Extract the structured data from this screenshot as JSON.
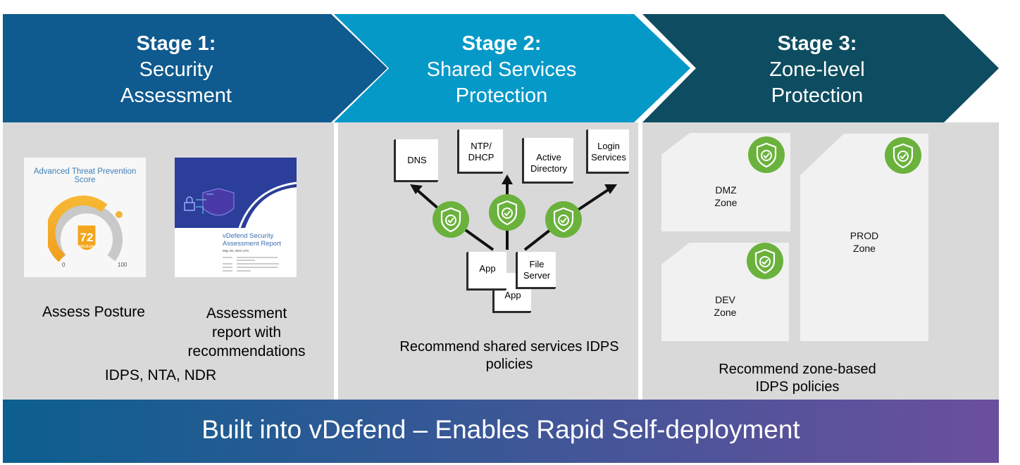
{
  "colors": {
    "stage1": "#0f5a8e",
    "stage2": "#0599c8",
    "stage3": "#0e4d61",
    "panel": "#d9d9d9",
    "badge": "#6bb23d",
    "banner_start": "#0c5f8f",
    "banner_end": "#6b4f9e"
  },
  "stages": [
    {
      "number": "Stage 1:",
      "line1": "Security",
      "line2": "Assessment"
    },
    {
      "number": "Stage 2:",
      "line1": "Shared Services",
      "line2": "Protection"
    },
    {
      "number": "Stage 3:",
      "line1": "Zone-level",
      "line2": "Protection"
    }
  ],
  "stage1": {
    "score_card": {
      "title": "Advanced Threat Prevention Score",
      "score": "72",
      "level": "Medium",
      "min": "0",
      "max": "100"
    },
    "report": {
      "line1": "vDefend Security",
      "line2": "Assessment Report",
      "date": "May 28, 2024 UTC"
    },
    "assess_label": "Assess Posture",
    "report_label": [
      "Assessment",
      "report with",
      "recommendations"
    ],
    "capabilities": "IDPS, NTA, NDR"
  },
  "stage2": {
    "services": [
      {
        "line1": "DNS",
        "line2": ""
      },
      {
        "line1": "NTP/",
        "line2": "DHCP"
      },
      {
        "line1": "Active",
        "line2": "Directory"
      },
      {
        "line1": "Login",
        "line2": "Services"
      }
    ],
    "apps": [
      {
        "line1": "App",
        "line2": ""
      },
      {
        "line1": "File",
        "line2": "Server"
      },
      {
        "line1": "App",
        "line2": ""
      }
    ],
    "caption_line1": "Recommend shared services IDPS",
    "caption_line2": "policies"
  },
  "stage3": {
    "zones": [
      {
        "line1": "DMZ",
        "line2": "Zone"
      },
      {
        "line1": "DEV",
        "line2": "Zone"
      },
      {
        "line1": "PROD",
        "line2": "Zone"
      }
    ],
    "caption_line1": "Recommend zone-based",
    "caption_line2": "IDPS policies"
  },
  "banner": "Built into vDefend – Enables Rapid Self-deployment",
  "icons": [
    "shield-check-icon",
    "arrow-icon",
    "gauge-icon",
    "lock-icon"
  ]
}
